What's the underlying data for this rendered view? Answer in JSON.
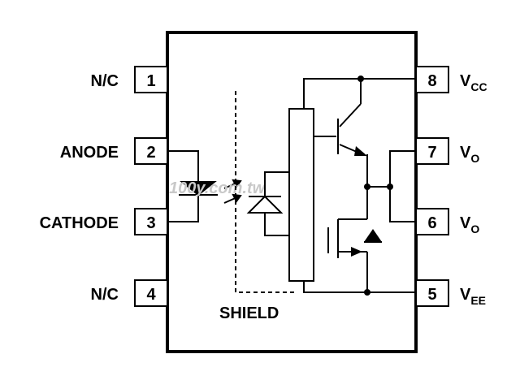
{
  "pins_left": [
    {
      "num": "1",
      "label": "N/C"
    },
    {
      "num": "2",
      "label": "ANODE"
    },
    {
      "num": "3",
      "label": "CATHODE"
    },
    {
      "num": "4",
      "label": "N/C"
    }
  ],
  "pins_right": [
    {
      "num": "8",
      "label": "V",
      "sub": "CC"
    },
    {
      "num": "7",
      "label": "V",
      "sub": "O"
    },
    {
      "num": "6",
      "label": "V",
      "sub": "O"
    },
    {
      "num": "5",
      "label": "V",
      "sub": "EE"
    }
  ],
  "shield_label": "SHIELD",
  "watermark": "100y.com.tw"
}
